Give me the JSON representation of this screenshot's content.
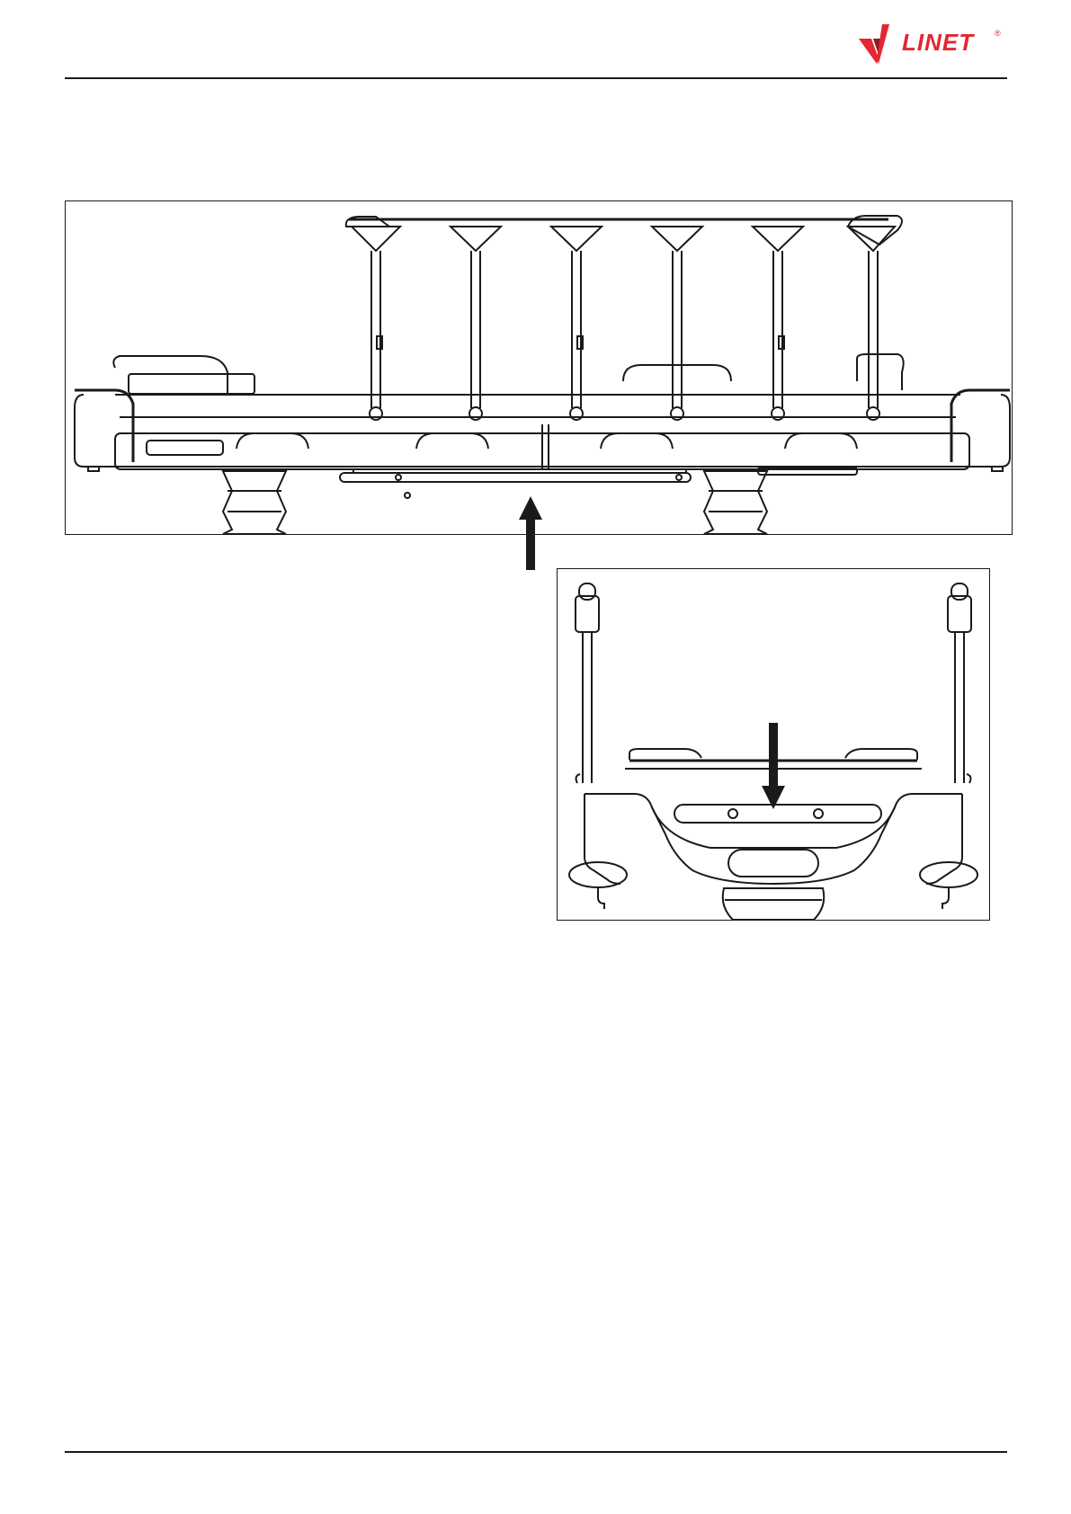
{
  "header": {
    "brand_name": "LINET",
    "brand_reg": "®",
    "brand_color": "#e3262f"
  },
  "figures": [
    {
      "view": "side",
      "icon": "bed-side-view-drawing"
    },
    {
      "view": "end",
      "icon": "bed-end-view-drawing"
    }
  ],
  "colors": {
    "line": "#1a1a1a",
    "background": "#ffffff"
  }
}
